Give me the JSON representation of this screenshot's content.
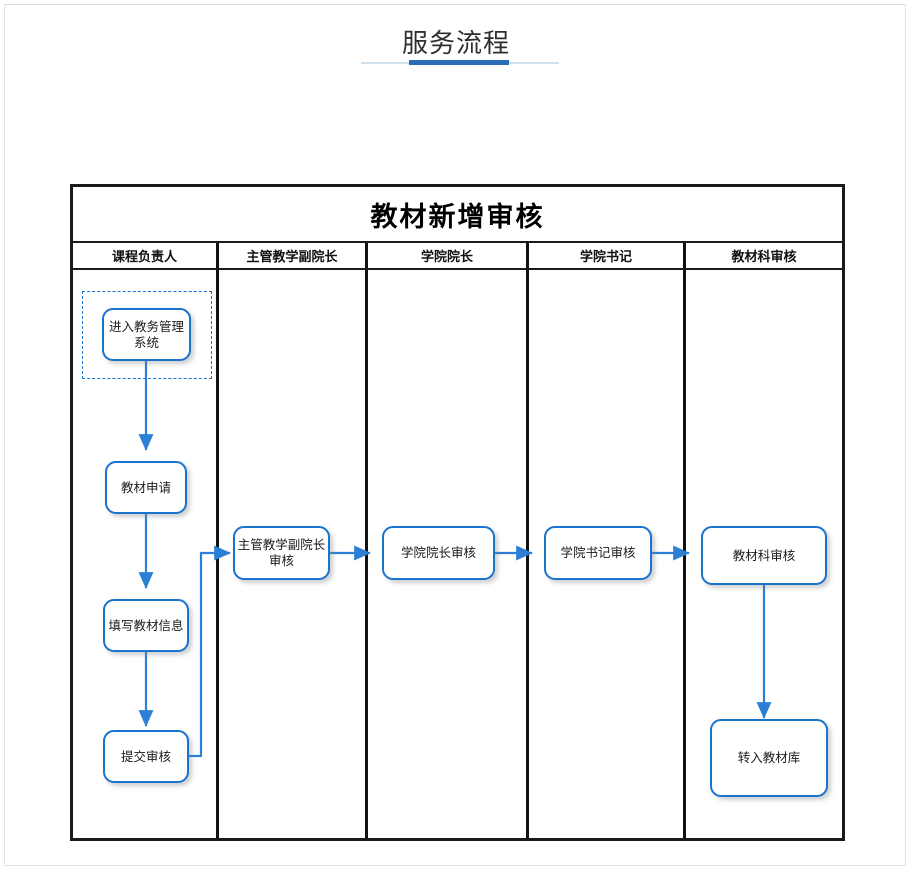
{
  "page": {
    "title": "服务流程"
  },
  "flowchart": {
    "title": "教材新增审核",
    "lanes": [
      {
        "header": "课程负责人"
      },
      {
        "header": "主管教学副院长"
      },
      {
        "header": "学院院长"
      },
      {
        "header": "学院书记"
      },
      {
        "header": "教材科审核"
      }
    ],
    "nodes": [
      {
        "id": "n1",
        "label": "进入教务管理系统",
        "lane": 0,
        "selected": true
      },
      {
        "id": "n2",
        "label": "教材申请",
        "lane": 0,
        "selected": false
      },
      {
        "id": "n3",
        "label": "填写教材信息",
        "lane": 0,
        "selected": false
      },
      {
        "id": "n4",
        "label": "提交审核",
        "lane": 0,
        "selected": false
      },
      {
        "id": "n5",
        "label": "主管教学副院长审核",
        "lane": 1,
        "selected": false
      },
      {
        "id": "n6",
        "label": "学院院长审核",
        "lane": 2,
        "selected": false
      },
      {
        "id": "n7",
        "label": "学院书记审核",
        "lane": 3,
        "selected": false
      },
      {
        "id": "n8",
        "label": "教材科审核",
        "lane": 4,
        "selected": false
      },
      {
        "id": "n9",
        "label": "转入教材库",
        "lane": 4,
        "selected": false
      }
    ],
    "edges": [
      {
        "from": "n1",
        "to": "n2"
      },
      {
        "from": "n2",
        "to": "n3"
      },
      {
        "from": "n3",
        "to": "n4"
      },
      {
        "from": "n4",
        "to": "n5"
      },
      {
        "from": "n5",
        "to": "n6"
      },
      {
        "from": "n6",
        "to": "n7"
      },
      {
        "from": "n7",
        "to": "n8"
      },
      {
        "from": "n8",
        "to": "n9"
      }
    ]
  },
  "colors": {
    "node_border": "#1a73cf",
    "connector": "#2b7fd4",
    "frame": "#1a1a1a",
    "title_accent": "#2b6cb8",
    "title_rule": "#cfe0ee"
  }
}
